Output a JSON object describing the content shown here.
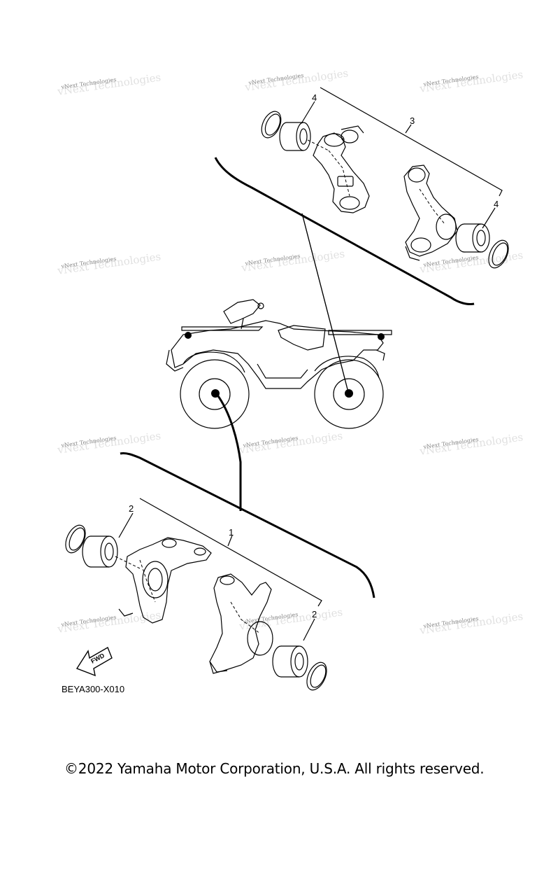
{
  "callouts": {
    "front_knuckle_assy": "1",
    "front_bearing_left": "2",
    "front_bearing_right": "2",
    "rear_knuckle_assy": "3",
    "rear_bearing_top": "4",
    "rear_bearing_bottom": "4"
  },
  "watermark": {
    "text": "vNext Technologies"
  },
  "fwd_arrow": {
    "label": "FWD"
  },
  "part_code": "BEYA300-X010",
  "copyright": "©2022 Yamaha Motor Corporation, U.S.A. All rights reserved."
}
